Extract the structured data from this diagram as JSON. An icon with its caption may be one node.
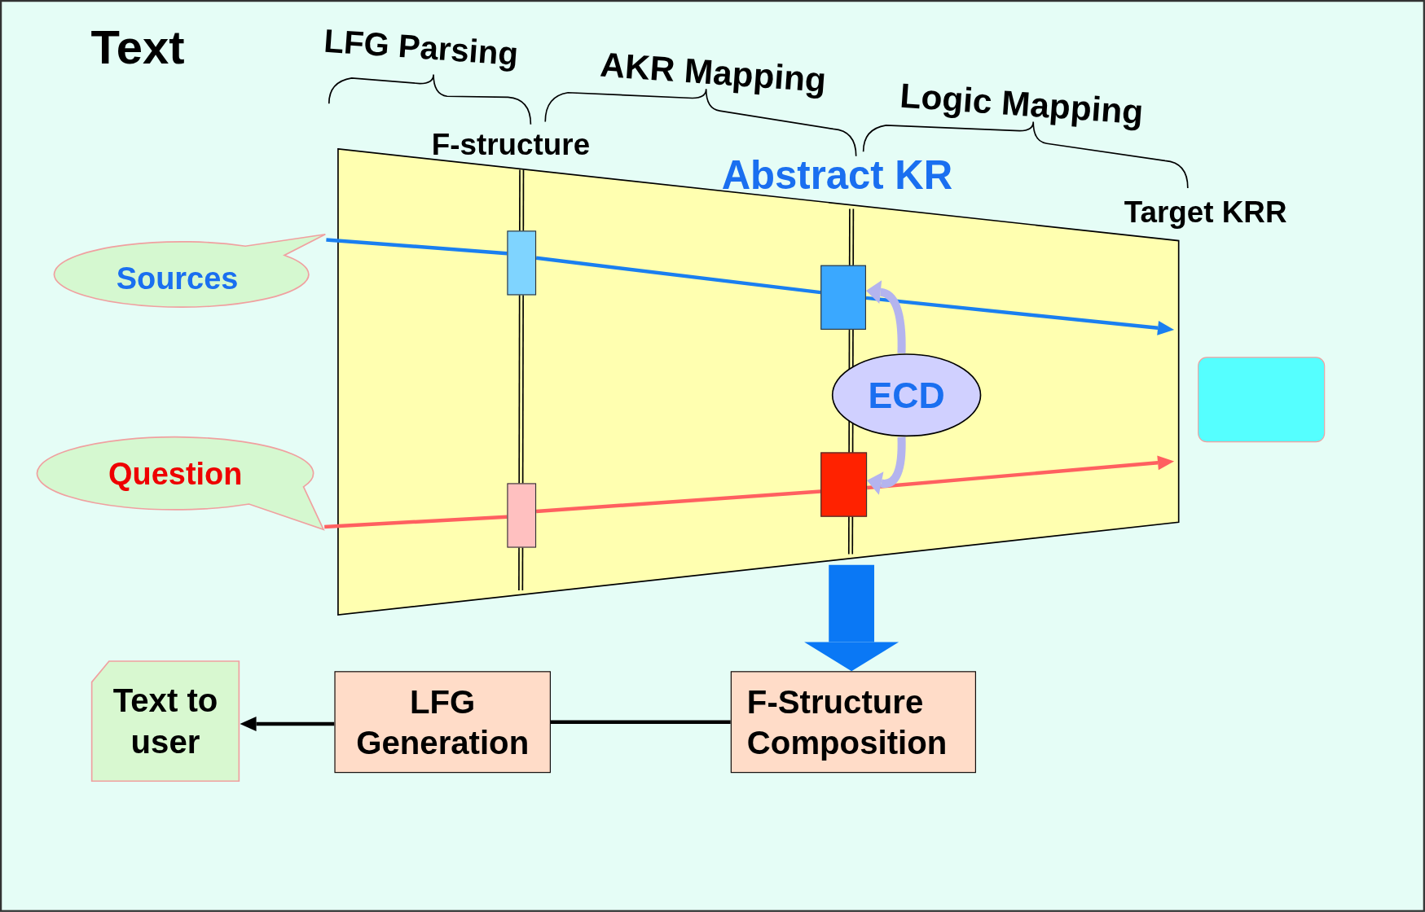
{
  "diagram": {
    "nodes": [
      {
        "text": [
          "Sources"
        ]
      },
      {
        "text": [
          "Question"
        ]
      },
      {
        "text": [],
        "shape": "box"
      },
      {
        "text": [],
        "shape": "box"
      },
      {
        "text": [],
        "shape": "box"
      },
      {
        "text": [],
        "shape": "box"
      },
      {
        "text": [
          "ECD"
        ]
      },
      {
        "text": [],
        "shape": "box"
      },
      {
        "text": [
          "F-Structure Composition"
        ]
      },
      {
        "text": [
          "LFG Generation"
        ]
      },
      {
        "text": [
          "Text to user"
        ]
      }
    ],
    "edges": [
      {
        "from": 0,
        "to": 2,
        "arrow": "none",
        "color": "#1a7ff0"
      },
      {
        "from": 2,
        "to": 4,
        "arrow": "none",
        "color": "#1a7ff0"
      },
      {
        "from": 4,
        "to": null,
        "arrow": "to",
        "color": "#1a7ff0"
      },
      {
        "from": 1,
        "to": 3,
        "arrow": "none",
        "color": "#ff6060"
      },
      {
        "from": 3,
        "to": 5,
        "arrow": "none",
        "color": "#ff6060"
      },
      {
        "from": 5,
        "to": null,
        "arrow": "to",
        "color": "#ff6060"
      },
      {
        "from": 6,
        "to": 4,
        "arrow": "to",
        "style": "thick",
        "color": "#b4b4ee"
      },
      {
        "from": 6,
        "to": 5,
        "arrow": "to",
        "style": "thick",
        "color": "#b4b4ee"
      },
      {
        "from": null,
        "to": 8,
        "arrow": "to",
        "style": "thick",
        "color": "#0a78f5"
      },
      {
        "from": 8,
        "to": 9,
        "arrow": "none",
        "color": "#000000"
      },
      {
        "from": 9,
        "to": 10,
        "arrow": "to",
        "color": "#000000"
      }
    ],
    "labels": [
      "Text",
      "LFG Parsing",
      "AKR Mapping",
      "Logic Mapping",
      "F-structure",
      "Abstract KR",
      "Target KRR"
    ]
  }
}
